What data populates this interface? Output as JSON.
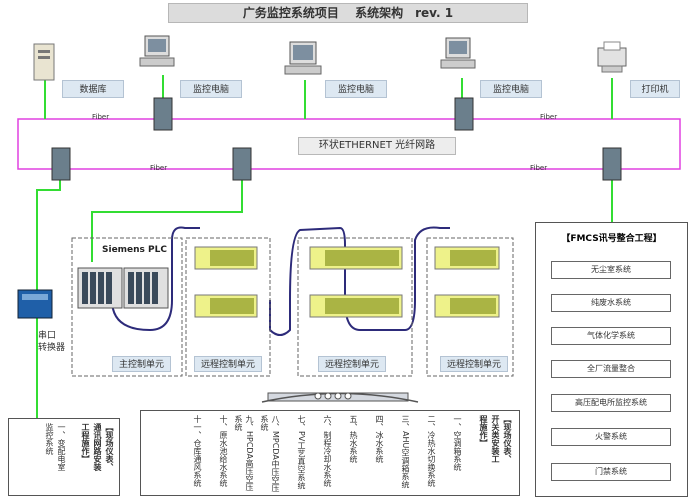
{
  "title": "广务监控系统项目　 系统架构　rev. 1",
  "nodes": {
    "database": "数据库",
    "monitor_pc_1": "监控电脑",
    "monitor_pc_2": "监控电脑",
    "monitor_pc_3": "监控电脑",
    "printer": "打印机"
  },
  "ring_label": "环状ETHERNET 光纤网路",
  "fiber_label": "Fiber",
  "siemens_label": "Siemens PLC",
  "units": {
    "main": "主控制单元",
    "remote1": "远程控制单元",
    "remote2": "远程控制单元",
    "remote3": "远程控制单元"
  },
  "converter_label": [
    "串口",
    "转换器"
  ],
  "fmcs": {
    "title": "【FMCS讯号整合工程】",
    "items": [
      "无尘室系统",
      "纯废水系统",
      "气体化学系统",
      "全厂流量整合",
      "高压配电所监控系统",
      "火警系统",
      "门禁系统"
    ]
  },
  "left_box": {
    "bold": [
      "【现场仪表、",
      "通讯网路安装",
      "工程施作】"
    ],
    "normal": [
      "一、变配电室",
      "监控系统"
    ]
  },
  "bottom_box": {
    "bold": [
      "【现场仪表、",
      "开关类安装工",
      "程施作】"
    ],
    "columns": [
      "一、空调箱系统",
      "二、冷热水切换系统",
      "三、AHU空调箱系统",
      "四、冰水系统",
      "五、热水系统",
      "六、制程冷却水系统",
      "七、PV工艺真空系统",
      "八、MPCDA中压空压系统",
      "九、HPCDA高压空压系统",
      "十、原水池给水系统",
      "十一、仓库通风系统"
    ]
  }
}
